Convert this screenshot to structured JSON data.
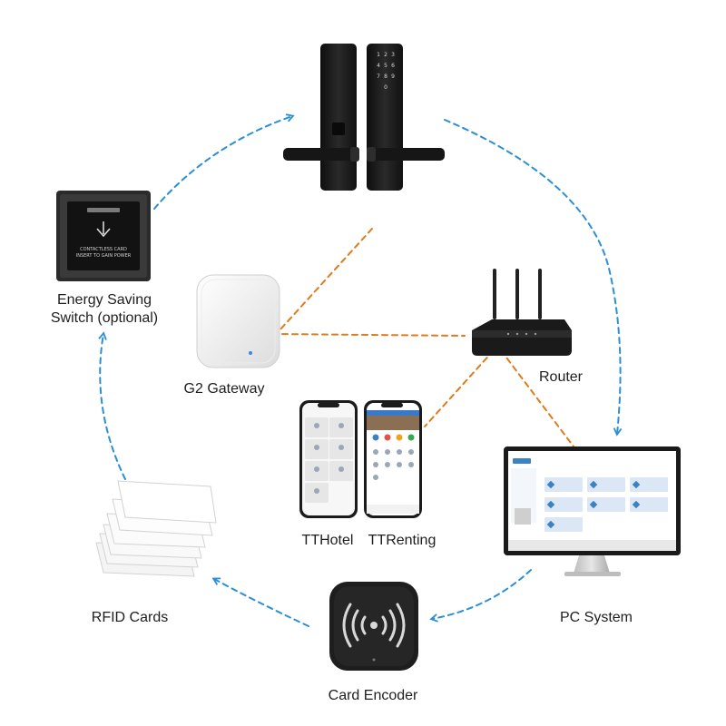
{
  "labels": {
    "energy_switch_line1": "Energy Saving",
    "energy_switch_line2": "Switch (optional)",
    "gateway": "G2 Gateway",
    "router": "Router",
    "tthotel": "TTHotel",
    "ttrenting": "TTRenting",
    "pc_system": "PC System",
    "rfid_cards": "RFID Cards",
    "card_encoder": "Card Encoder"
  },
  "switch_text": {
    "line1": "CONTACTLESS CARD",
    "line2": "INSERT TO GAIN POWER"
  },
  "colors": {
    "cycle_arrow": "#2b8fd6",
    "network_link": "#e07b1a",
    "device_dark": "#1b1b1b",
    "pc_accent": "#3b82c4"
  },
  "icons": [
    "smart-lock-icon",
    "energy-switch-icon",
    "gateway-icon",
    "router-icon",
    "phone-icon",
    "pc-monitor-icon",
    "rfid-cards-icon",
    "card-encoder-icon"
  ]
}
